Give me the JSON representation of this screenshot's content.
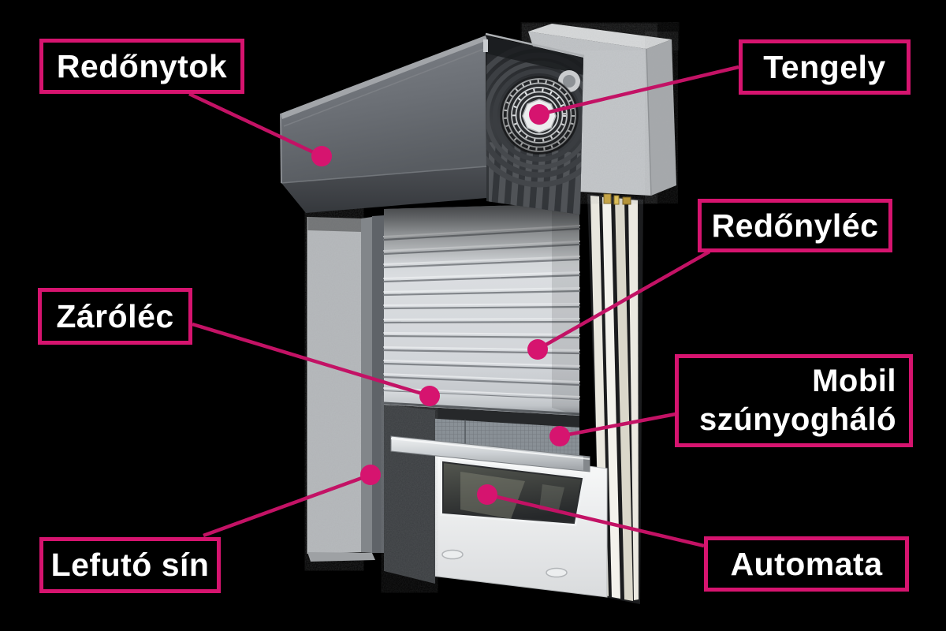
{
  "colors": {
    "background": "#000000",
    "accent": "#d6146f",
    "connector_line": "#c31265",
    "label_text": "#ffffff"
  },
  "labels": [
    {
      "id": "redonytok",
      "text": "Redőnytok"
    },
    {
      "id": "tengely",
      "text": "Tengely"
    },
    {
      "id": "redonylec",
      "text": "Redőnyléc"
    },
    {
      "id": "zarolec",
      "text": "Záróléc"
    },
    {
      "id": "mobil_szunyoghalo",
      "text": "Mobil szúnyogháló",
      "line1": "Mobil",
      "line2": "szúnyogháló"
    },
    {
      "id": "lefuto_sin",
      "text": "Lefutó sín"
    },
    {
      "id": "automata",
      "text": "Automata"
    }
  ]
}
